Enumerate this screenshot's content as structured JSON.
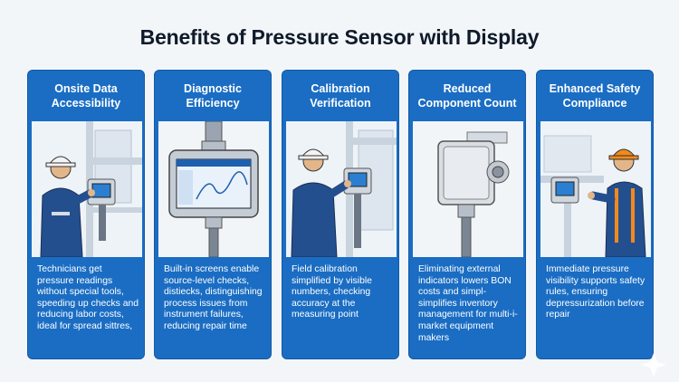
{
  "title": "Benefits of Pressure Sensor with Display",
  "cards": [
    {
      "heading": "Onsite Data Accessibility",
      "image_icon": "technician-reading-gauge-illustration",
      "body": "Technicians get pressure readings without special tools, speeding up checks and reducing labor costs, ideal for spread sittres,"
    },
    {
      "heading": "Diagnostic Efficiency",
      "image_icon": "digital-display-sensor-illustration",
      "body": "Built-in screens enable source-level checks, distiecks, distinguishing process issues from instrument failures, reducing repair time"
    },
    {
      "heading": "Calibration Verification",
      "image_icon": "technician-calibrating-sensor-illustration",
      "body": "Field calibration simplified by visible numbers, checking accuracy at the measuring point"
    },
    {
      "heading": "Reduced Component Count",
      "image_icon": "sensor-housing-illustration",
      "body": "Eliminating external indicators lowers BON costs and simpl-simplifies inventory management for multi-i-market equipment makers"
    },
    {
      "heading": "Enhanced Safety Compliance",
      "image_icon": "technician-safety-inspection-illustration",
      "body": "Immediate pressure visibility supports safety rules, ensuring depressurization before repair"
    }
  ],
  "colors": {
    "card_blue": "#1a6dc3",
    "title_dark": "#0f1a2a",
    "background": "#f3f6f9"
  }
}
